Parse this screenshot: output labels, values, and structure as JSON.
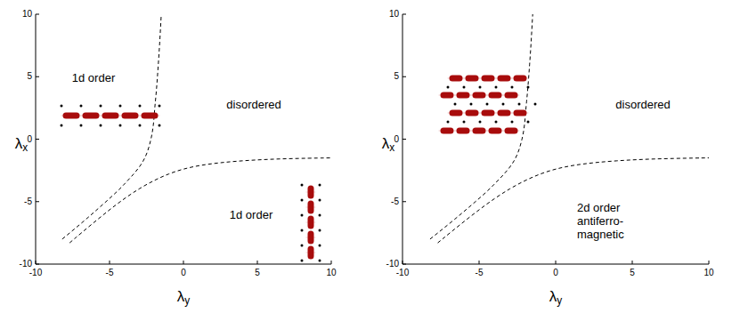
{
  "diagram": {
    "labels": [
      "1d order",
      "disordered",
      "1d order",
      "λx",
      "10",
      "5",
      "0",
      "-5",
      "-10",
      "-10",
      "-5",
      "0",
      "5",
      "10",
      "λy",
      "disordered",
      "2d order antiferro- magnetic",
      "λx",
      "10",
      "5",
      "0",
      "-5",
      "-10",
      "-10",
      "-5",
      "0",
      "5",
      "10",
      "λy"
    ]
  }
}
